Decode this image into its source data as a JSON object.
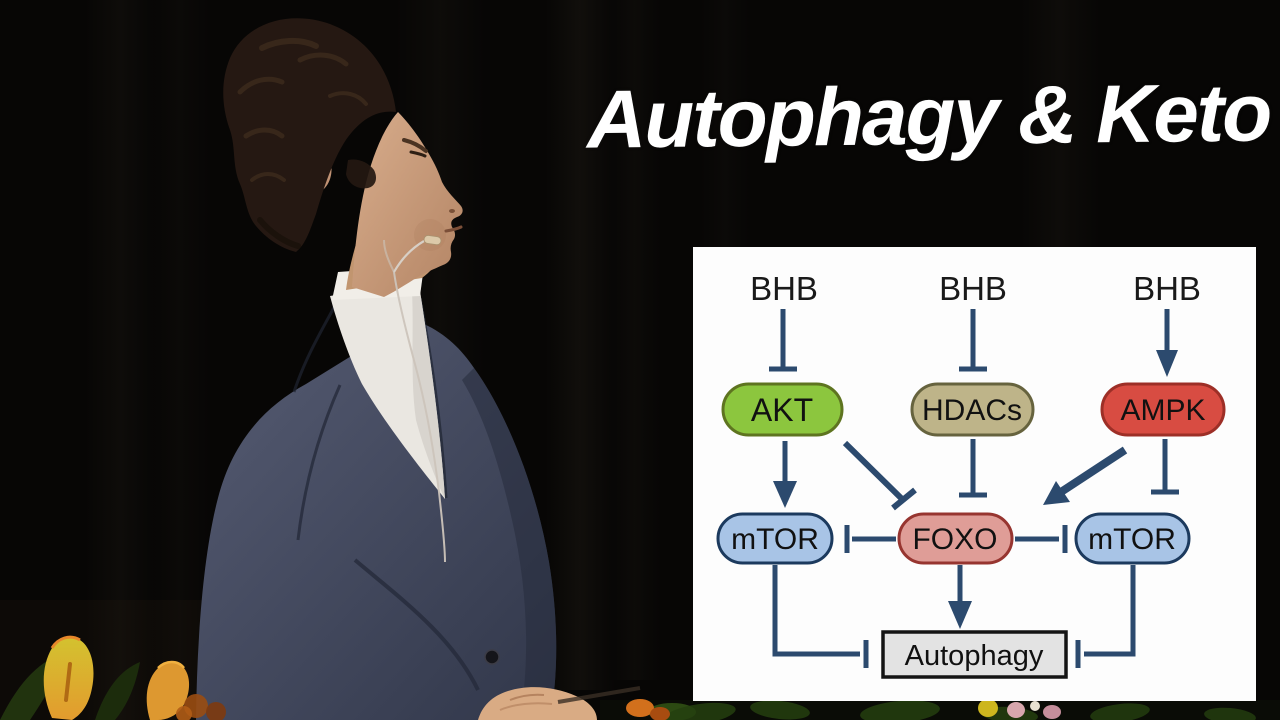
{
  "title": "Autophagy & Keto",
  "diagram": {
    "edge_color": "#2c4a6e",
    "bhb": [
      "BHB",
      "BHB",
      "BHB"
    ],
    "nodes": {
      "akt": {
        "label": "AKT",
        "fill": "#8cc63e",
        "border": "#5e7420"
      },
      "hdacs": {
        "label": "HDACs",
        "fill": "#beb489",
        "border": "#66633e"
      },
      "ampk": {
        "label": "AMPK",
        "fill": "#d84c42",
        "border": "#9d2f27"
      },
      "mtor_left": {
        "label": "mTOR",
        "fill": "#a8c4e6",
        "border": "#1c3a5e"
      },
      "foxo": {
        "label": "FOXO",
        "fill": "#df9d97",
        "border": "#973530"
      },
      "mtor_right": {
        "label": "mTOR",
        "fill": "#a8c4e6",
        "border": "#1c3a5e"
      },
      "autophagy": {
        "label": "Autophagy",
        "fill": "#e3e3e3",
        "border": "#141414"
      }
    },
    "edges": [
      {
        "from": "BHB",
        "to": "AKT",
        "type": "inhibits"
      },
      {
        "from": "BHB",
        "to": "HDACs",
        "type": "inhibits"
      },
      {
        "from": "BHB",
        "to": "AMPK",
        "type": "activates"
      },
      {
        "from": "AKT",
        "to": "mTOR",
        "type": "activates"
      },
      {
        "from": "AKT",
        "to": "FOXO",
        "type": "inhibits"
      },
      {
        "from": "HDACs",
        "to": "FOXO",
        "type": "inhibits"
      },
      {
        "from": "AMPK",
        "to": "FOXO",
        "type": "activates"
      },
      {
        "from": "AMPK",
        "to": "mTOR",
        "type": "inhibits"
      },
      {
        "from": "FOXO",
        "to": "mTOR",
        "type": "inhibits"
      },
      {
        "from": "FOXO",
        "to": "Autophagy",
        "type": "activates"
      },
      {
        "from": "mTOR",
        "to": "Autophagy",
        "type": "inhibits"
      }
    ]
  }
}
